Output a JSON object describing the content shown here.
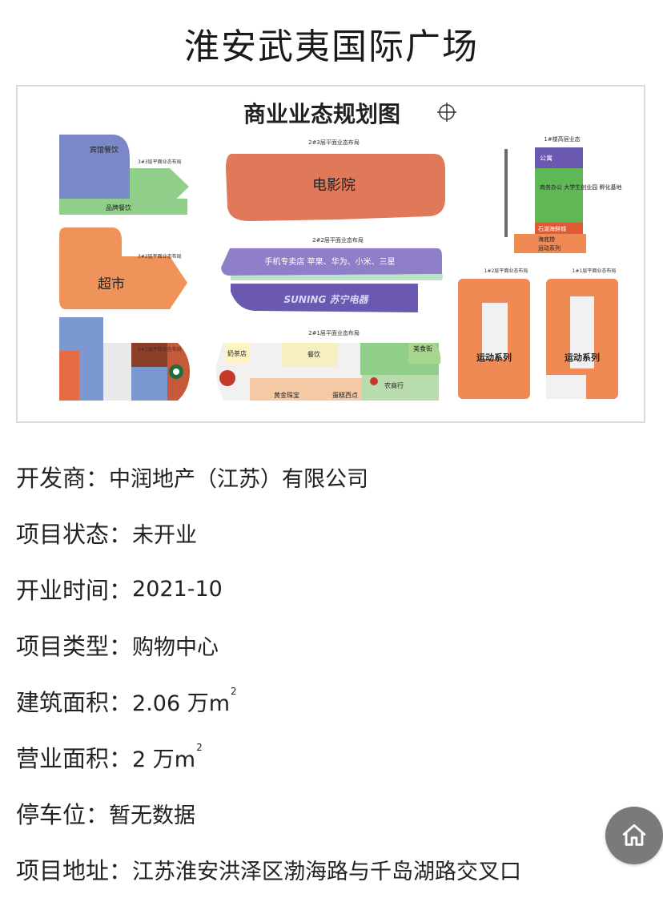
{
  "page": {
    "title": "淮安武夷国际广场"
  },
  "plan": {
    "heading": "商业业态规划图",
    "labels": {
      "f3_caption": "2#3层平面业态布局",
      "f2_caption": "2#2层平面业态布局",
      "f1_caption": "2#1层平面业态布局",
      "tower_caption": "1#楼高层业态",
      "left_top_caption": "3#3层平面业态布局",
      "left_mid_caption": "3#2层平面业态布局",
      "left_bot_caption": "3#1层平面业态布局",
      "r1_caption": "1#2层平面业态布局",
      "r2_caption": "1#1层平面业态布局",
      "cinema": "电影院",
      "phones": "手机专卖店 苹果、华为、小米、三星",
      "suning": "SUNING 苏宁电器",
      "dining_special": "宾馆餐饮",
      "brand_dining": "品牌餐饮",
      "supermarket": "超市",
      "milk_tea": "奶茶店",
      "dining": "餐饮",
      "snack": "美食街",
      "jewelry": "黄金珠宝",
      "bakery": "蛋糕西点",
      "agri": "农商行",
      "apartment": "公寓",
      "office": "商务办公 大学生创业园 孵化基地",
      "seafood": "石湖海鲜城",
      "hotpot": "海底捞",
      "sports_tower": "运动系列",
      "sports1": "运动系列",
      "sports2": "运动系列"
    }
  },
  "info": [
    {
      "label": "开发商：",
      "value": "中润地产（江苏）有限公司"
    },
    {
      "label": "项目状态：",
      "value": "未开业"
    },
    {
      "label": "开业时间：",
      "value": "2021-10"
    },
    {
      "label": "项目类型：",
      "value": "购物中心"
    },
    {
      "label": "建筑面积：",
      "value": "2.06 万m",
      "sup": "2"
    },
    {
      "label": "营业面积：",
      "value": "2 万m",
      "sup": "2"
    },
    {
      "label": "停车位：",
      "value": "暂无数据"
    },
    {
      "label": "项目地址：",
      "value": "江苏淮安洪泽区渤海路与千岛湖路交叉口"
    }
  ],
  "home": {
    "icon": "home-icon"
  }
}
